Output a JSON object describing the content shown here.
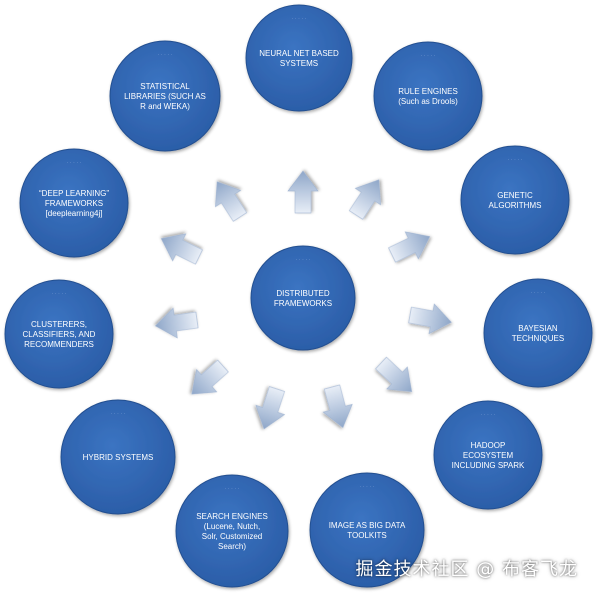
{
  "diagram": {
    "center": {
      "lines": [
        "DISTRIBUTED",
        "FRAMEWORKS"
      ]
    },
    "nodes": [
      {
        "id": "neural-net",
        "lines": [
          "NEURAL NET BASED",
          "SYSTEMS"
        ]
      },
      {
        "id": "rule-engines",
        "lines": [
          "RULE ENGINES",
          "(Such as Drools)"
        ]
      },
      {
        "id": "genetic-algorithms",
        "lines": [
          "GENETIC",
          "ALGORITHMS"
        ]
      },
      {
        "id": "bayesian",
        "lines": [
          "BAYESIAN",
          "TECHNIQUES"
        ]
      },
      {
        "id": "hadoop",
        "lines": [
          "HADOOP",
          "ECOSYSTEM",
          "INCLUDING SPARK"
        ]
      },
      {
        "id": "image-big-data",
        "lines": [
          "IMAGE AS BIG DATA",
          "TOOLKITS"
        ]
      },
      {
        "id": "search-engines",
        "lines": [
          "SEARCH ENGINES",
          "(Lucene, Nutch,",
          "Solr, Customized",
          "Search)"
        ]
      },
      {
        "id": "hybrid-systems",
        "lines": [
          "HYBRID SYSTEMS"
        ]
      },
      {
        "id": "clusterers",
        "lines": [
          "CLUSTERERS,",
          "CLASSIFIERS, AND",
          "RECOMMENDERS"
        ]
      },
      {
        "id": "deep-learning",
        "lines": [
          "“DEEP LEARNING”",
          "FRAMEWORKS",
          "[deeplearning4j]"
        ]
      },
      {
        "id": "statistical-libraries",
        "lines": [
          "STATISTICAL",
          "LIBRARIES (SUCH AS",
          "R and WEKA)"
        ]
      }
    ]
  },
  "watermark": "掘金技术社区 @ 布客飞龙",
  "colors": {
    "circle_fill": "#3267b4",
    "circle_edge": "#244f90",
    "arrow_light": "#dde6f2",
    "arrow_dark": "#8ea6c8"
  }
}
